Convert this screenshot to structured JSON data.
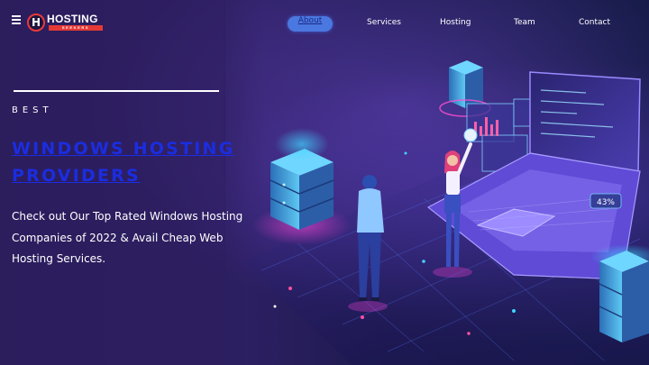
{
  "brand": {
    "logo_letter": "H",
    "logo_word": "HOSTING",
    "logo_sub": "SEEKERS"
  },
  "nav": {
    "items": [
      "About",
      "Services",
      "Hosting",
      "Team",
      "Contact"
    ],
    "active": "About"
  },
  "hero": {
    "eyebrow": "BEST",
    "headline": "WINDOWS HOSTING PROVIDERS",
    "description": "Check out Our Top Rated Windows Hosting Companies of 2022 & Avail Cheap Web Hosting Services."
  },
  "illustration": {
    "laptop_badge": "43%"
  },
  "colors": {
    "accent_blue": "#4a78e0",
    "headline_blue": "#1b2de0",
    "brand_red": "#e53935",
    "neon_cyan": "#3fd6ff",
    "neon_pink": "#e040c8"
  }
}
